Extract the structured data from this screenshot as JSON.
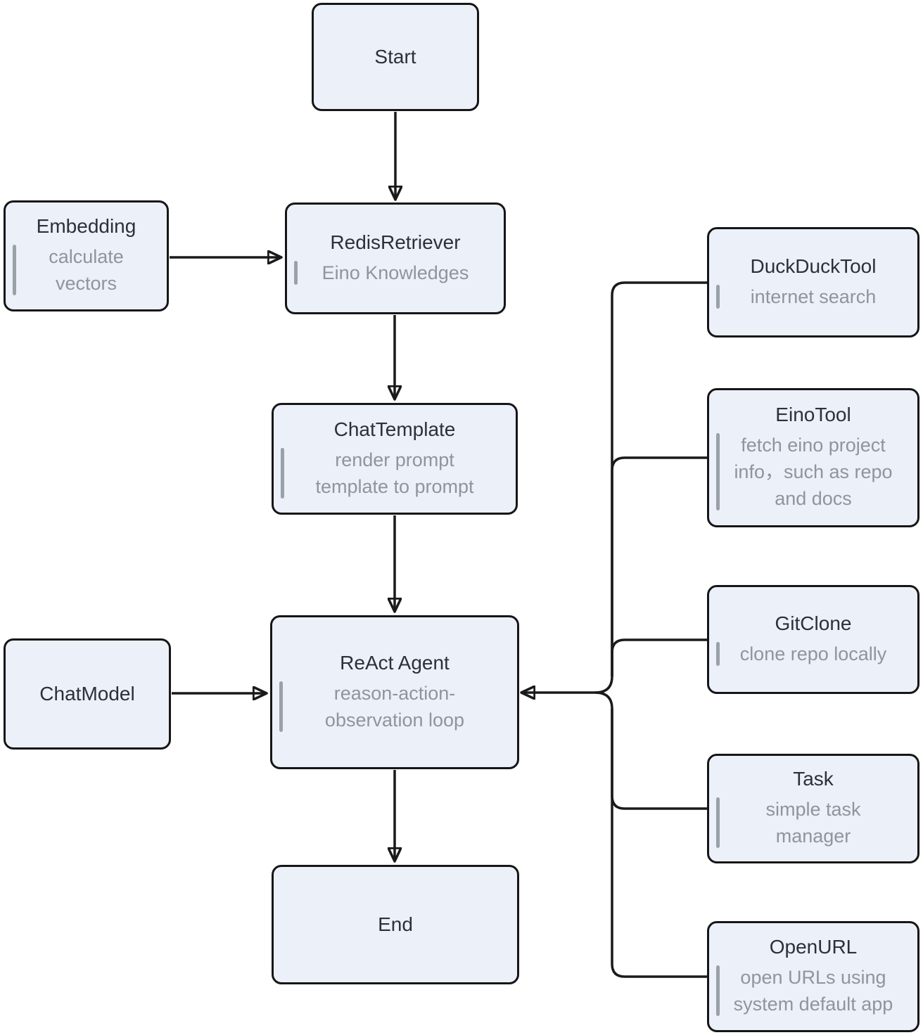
{
  "nodes": {
    "start": {
      "title": "Start",
      "subtitle": ""
    },
    "embedding": {
      "title": "Embedding",
      "subtitle": "calculate\nvectors"
    },
    "redis_retriever": {
      "title": "RedisRetriever",
      "subtitle": "Eino Knowledges"
    },
    "chat_template": {
      "title": "ChatTemplate",
      "subtitle": "render prompt\ntemplate to prompt"
    },
    "chat_model": {
      "title": "ChatModel",
      "subtitle": ""
    },
    "react_agent": {
      "title": "ReAct Agent",
      "subtitle": "reason-action-\nobservation loop"
    },
    "end": {
      "title": "End",
      "subtitle": ""
    },
    "duckduck_tool": {
      "title": "DuckDuckTool",
      "subtitle": "internet search"
    },
    "eino_tool": {
      "title": "EinoTool",
      "subtitle": "fetch eino project\ninfo，such as repo\nand docs"
    },
    "git_clone": {
      "title": "GitClone",
      "subtitle": "clone repo locally"
    },
    "task": {
      "title": "Task",
      "subtitle": "simple task\nmanager"
    },
    "open_url": {
      "title": "OpenURL",
      "subtitle": "open URLs using\nsystem default app"
    }
  },
  "edges": [
    {
      "from": "Start",
      "to": "RedisRetriever"
    },
    {
      "from": "Embedding",
      "to": "RedisRetriever"
    },
    {
      "from": "RedisRetriever",
      "to": "ChatTemplate"
    },
    {
      "from": "ChatTemplate",
      "to": "ReAct Agent"
    },
    {
      "from": "ChatModel",
      "to": "ReAct Agent"
    },
    {
      "from": "ReAct Agent",
      "to": "End"
    },
    {
      "from": "DuckDuckTool",
      "to": "ReAct Agent"
    },
    {
      "from": "EinoTool",
      "to": "ReAct Agent"
    },
    {
      "from": "GitClone",
      "to": "ReAct Agent"
    },
    {
      "from": "Task",
      "to": "ReAct Agent"
    },
    {
      "from": "OpenURL",
      "to": "ReAct Agent"
    }
  ],
  "colors": {
    "background": "#ffffff",
    "node_fill": "#ecf0f9",
    "node_border": "#161616",
    "title_text": "#2b303a",
    "subtitle_text": "#8f959d",
    "accent_bar": "#9ba1a8",
    "edge_line": "#1a1a1a"
  }
}
